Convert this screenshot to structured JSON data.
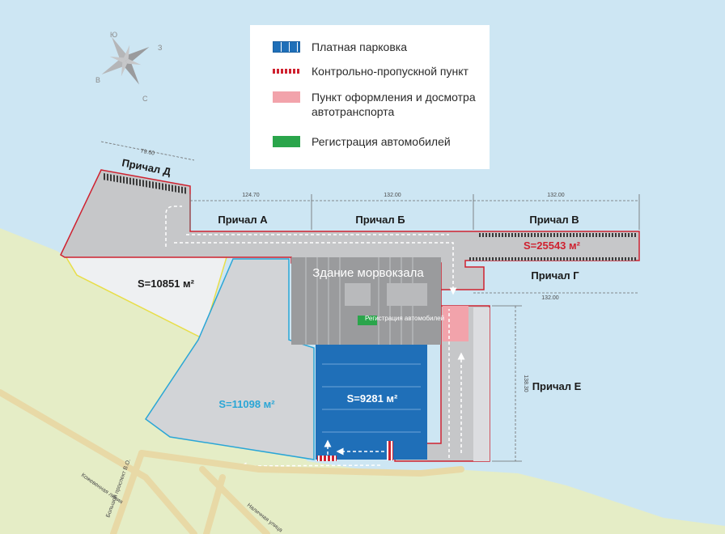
{
  "legend": {
    "items": [
      {
        "label": "Платная парковка",
        "color": "#1f6fb8"
      },
      {
        "label": "Контрольно-пропускной пункт",
        "color": "#cf2230"
      },
      {
        "label": "Пункт оформления и досмотра автотранспорта",
        "color": "#f2a3ab"
      },
      {
        "label": "Регистрация автомобилей",
        "color": "#2aa54b"
      }
    ]
  },
  "compass": {
    "n": "Ю",
    "e": "З",
    "s": "С",
    "w": "В"
  },
  "berths": {
    "d": {
      "label": "Причал Д",
      "length": "79.60"
    },
    "a": {
      "label": "Причал А",
      "length": "124.70"
    },
    "b": {
      "label": "Причал Б",
      "length": "132.00"
    },
    "v": {
      "label": "Причал В",
      "length": "132.00"
    },
    "g": {
      "label": "Причал Г",
      "length": "132.00"
    },
    "e": {
      "label": "Причал Е",
      "length": "138.30"
    }
  },
  "areas": {
    "pier": "S=25543 м²",
    "yellow": "S=10851 м²",
    "cyan": "S=11098 м²",
    "parking": "S=9281 м²"
  },
  "building": {
    "label": "Здание морвокзала",
    "registration": "Регистрация автомобилей"
  },
  "streets": {
    "s1": "Кожевенная линия",
    "s2": "Большой проспект В.О.",
    "s3": "Наличная улица"
  },
  "colors": {
    "sea": "#cde6f3",
    "land": "#e5edc6",
    "pier": "#c6c7c9",
    "parking": "#1f6fb8",
    "red": "#cf2230",
    "cyan": "#2aa6d6",
    "yellow": "#e8de4a"
  }
}
